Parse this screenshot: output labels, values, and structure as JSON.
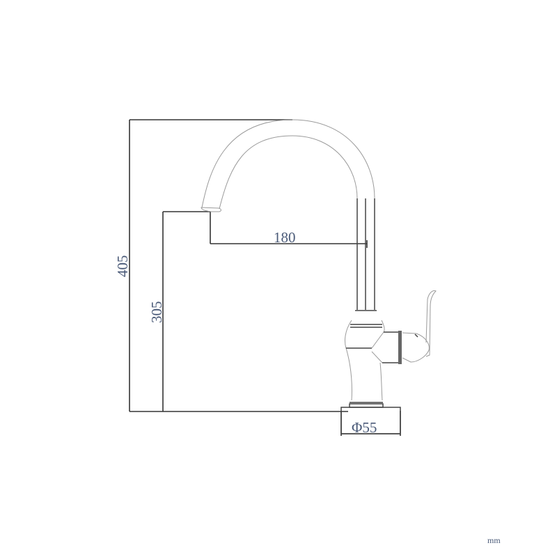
{
  "drawing": {
    "title": "Kitchen faucet dimension drawing",
    "dimensions": {
      "total_height": "405",
      "spout_height": "305",
      "spout_reach": "180",
      "base_diameter": "Φ55"
    },
    "units": "mm"
  }
}
